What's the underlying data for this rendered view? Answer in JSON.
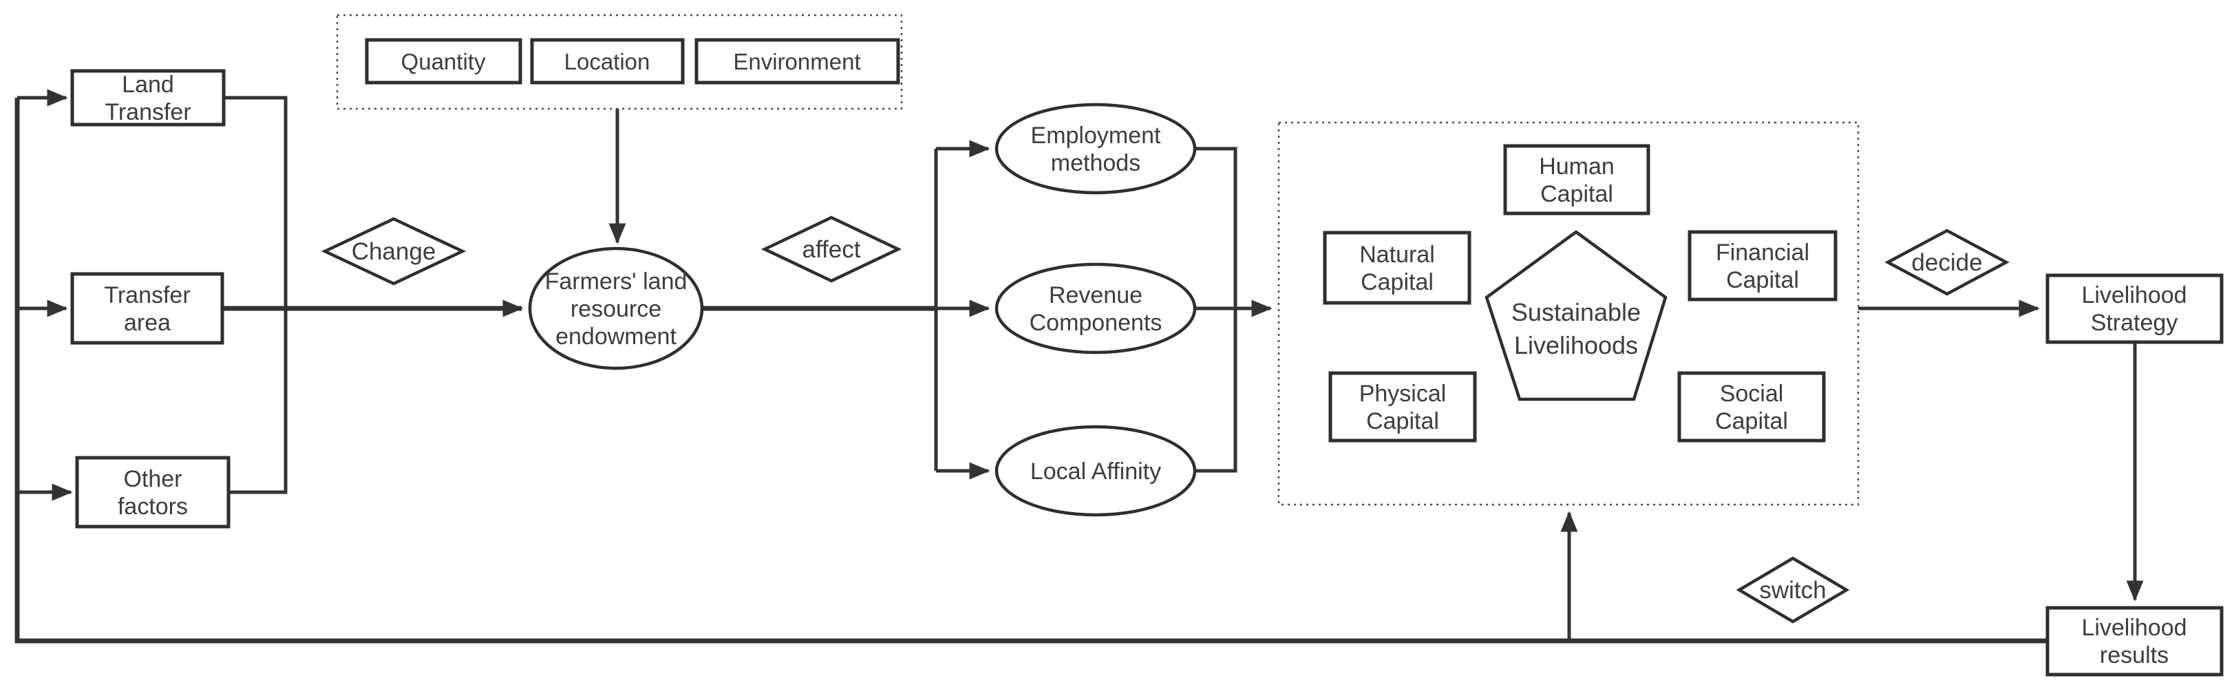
{
  "figure": {
    "background": "#ffffff",
    "line_color": "#333333",
    "text_color": "#3d3d3d",
    "box_fill": "#ffffff"
  },
  "nodes": {
    "land_transfer": {
      "line1": "Land",
      "line2": "Transfer"
    },
    "transfer_area": {
      "line1": "Transfer",
      "line2": "area"
    },
    "other_factors": {
      "line1": "Other",
      "line2": "factors"
    },
    "quantity": {
      "label": "Quantity"
    },
    "location": {
      "label": "Location"
    },
    "environment": {
      "label": "Environment"
    },
    "farmers_endowment": {
      "line1": "Farmers' land",
      "line2": "resource",
      "line3": "endowment"
    },
    "employment_methods": {
      "line1": "Employment",
      "line2": "methods"
    },
    "revenue_components": {
      "line1": "Revenue",
      "line2": "Components"
    },
    "local_affinity": {
      "label": "Local Affinity"
    },
    "human_capital": {
      "line1": "Human",
      "line2": "Capital"
    },
    "natural_capital": {
      "line1": "Natural",
      "line2": "Capital"
    },
    "financial_capital": {
      "line1": "Financial",
      "line2": "Capital"
    },
    "physical_capital": {
      "line1": "Physical",
      "line2": "Capital"
    },
    "social_capital": {
      "line1": "Social",
      "line2": "Capital"
    },
    "sustainable_livelihoods": {
      "line1": "Sustainable",
      "line2": "Livelihoods"
    },
    "livelihood_strategy": {
      "line1": "Livelihood",
      "line2": "Strategy"
    },
    "livelihood_results": {
      "line1": "Livelihood",
      "line2": "results"
    }
  },
  "edge_labels": {
    "change": "Change",
    "affect": "affect",
    "decide": "decide",
    "switch": "switch"
  }
}
